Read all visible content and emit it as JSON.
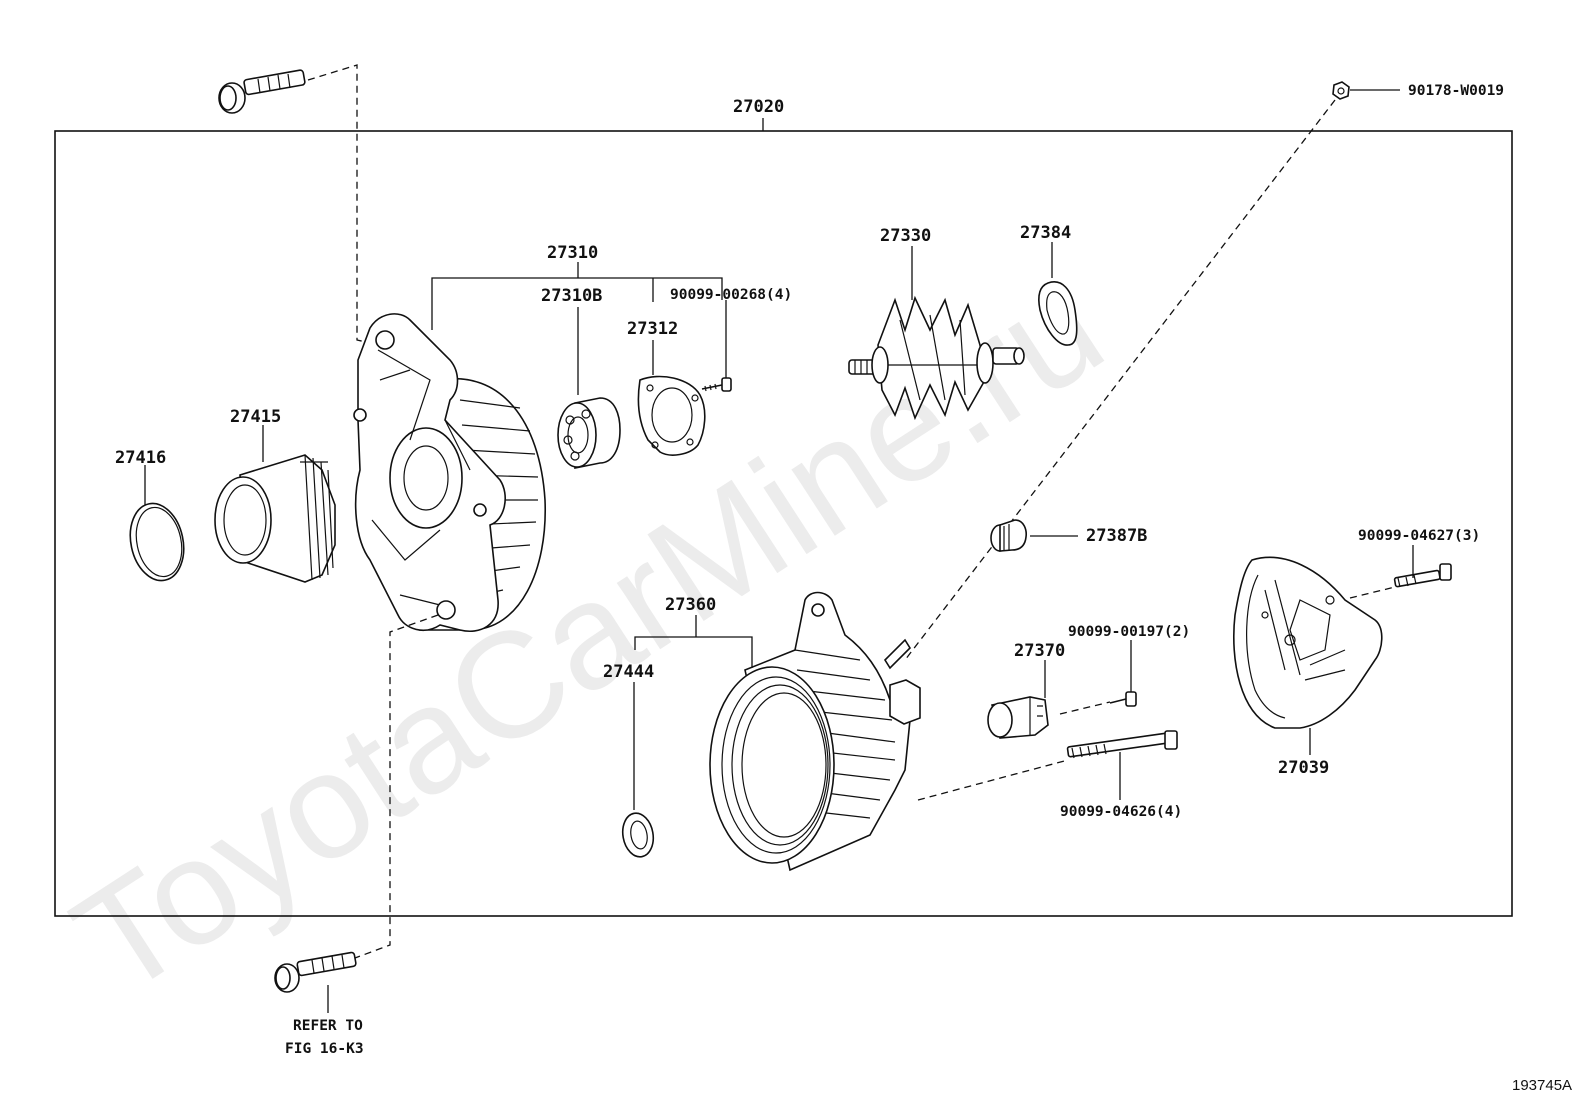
{
  "watermark": {
    "text": "ToyotaCarMine.ru"
  },
  "diagram_number": "193745A",
  "assembly": {
    "part_number": "27020"
  },
  "parts": {
    "p27310": "27310",
    "p27310B": "27310B",
    "p27312": "27312",
    "p90099_00268": "90099-00268(4)",
    "p27330": "27330",
    "p27384": "27384",
    "p90178_W0019": "90178-W0019",
    "p27415": "27415",
    "p27416": "27416",
    "p27387B": "27387B",
    "p90099_04627": "90099-04627(3)",
    "p27360": "27360",
    "p27444": "27444",
    "p90099_00197": "90099-00197(2)",
    "p27370": "27370",
    "p27039": "27039",
    "p90099_04626": "90099-04626(4)"
  },
  "refer": {
    "line1": "REFER TO",
    "line2": "FIG 16-K3"
  }
}
